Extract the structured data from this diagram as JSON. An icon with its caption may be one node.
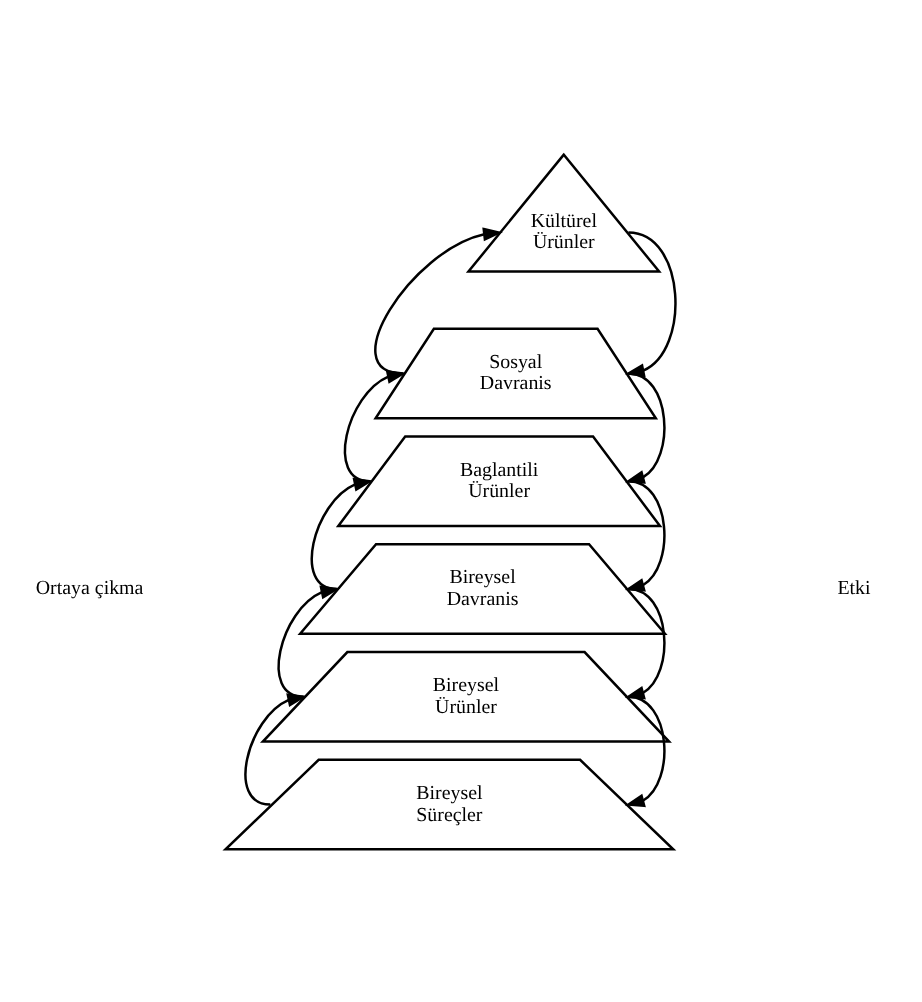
{
  "diagram": {
    "nodes": [
      {
        "text": [
          "Kültürel Ürünler"
        ]
      },
      {
        "text": [
          "Sosyal Davranis"
        ]
      },
      {
        "text": [
          "Baglantili Ürünler"
        ]
      },
      {
        "text": [
          "Bireysel Davranis"
        ]
      },
      {
        "text": [
          "Bireysel Ürünler"
        ]
      },
      {
        "text": [
          "Bireysel Süreçler"
        ]
      }
    ],
    "edges": [
      {
        "from": 5,
        "to": 4,
        "arrow": "to"
      },
      {
        "from": 4,
        "to": 3,
        "arrow": "to"
      },
      {
        "from": 3,
        "to": 2,
        "arrow": "to"
      },
      {
        "from": 2,
        "to": 1,
        "arrow": "to"
      },
      {
        "from": 1,
        "to": 0,
        "arrow": "to"
      },
      {
        "from": 0,
        "to": 1,
        "arrow": "to"
      },
      {
        "from": 1,
        "to": 2,
        "arrow": "to"
      },
      {
        "from": 2,
        "to": 3,
        "arrow": "to"
      },
      {
        "from": 3,
        "to": 4,
        "arrow": "to"
      },
      {
        "from": 4,
        "to": 5,
        "arrow": "to"
      }
    ],
    "labels": [
      "Ortaya çikma",
      "Etki"
    ]
  }
}
